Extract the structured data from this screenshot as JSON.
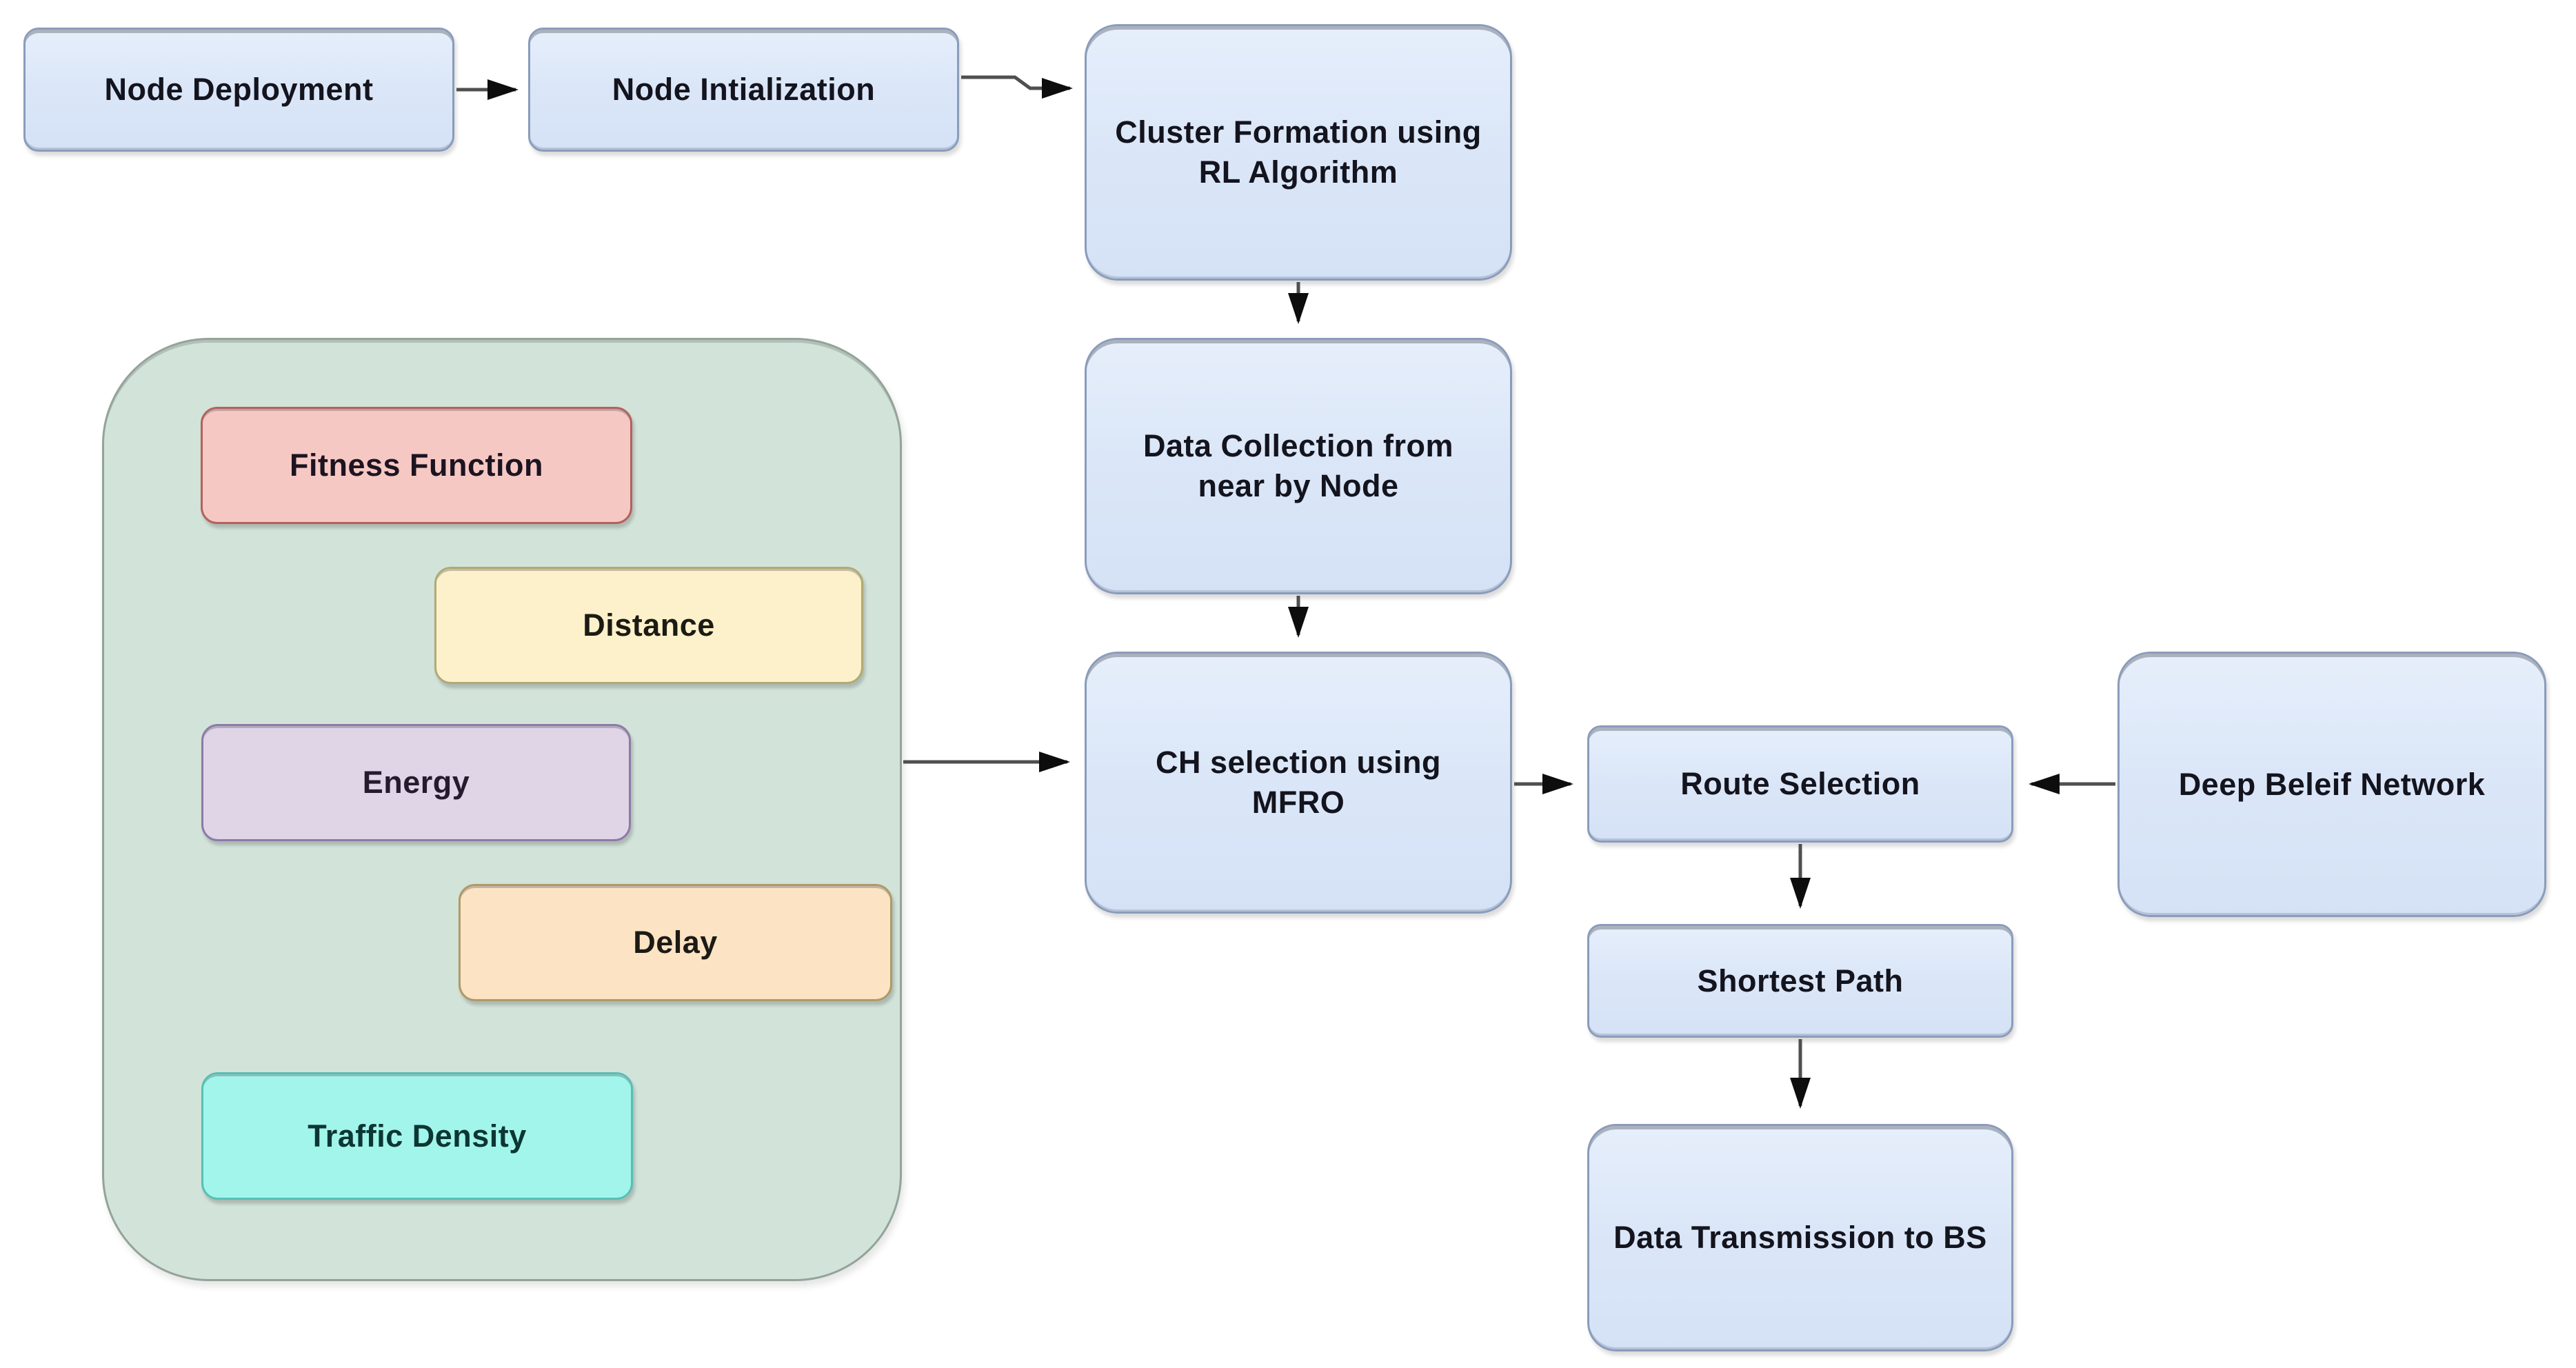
{
  "diagram": {
    "background": "#ffffff",
    "arrow_line_color": "#4f4f4f",
    "arrowhead_color": "#0d0d0d",
    "nodes": {
      "node_deployment": {
        "label": "Node Deployment",
        "fill": "#dbe7f8",
        "border": "#8a9cba",
        "text": "#14141e"
      },
      "node_initialization": {
        "label": "Node Intialization",
        "fill": "#dbe7f8",
        "border": "#8a9cba",
        "text": "#14141e"
      },
      "cluster_formation": {
        "label": "Cluster Formation using RL Algorithm",
        "fill": "#dde8f8",
        "border": "#8a9cba",
        "text": "#14141e"
      },
      "data_collection": {
        "label": "Data Collection from near by Node",
        "fill": "#dde8f8",
        "border": "#8a9cba",
        "text": "#14141e"
      },
      "ch_selection": {
        "label": "CH selection using MFRO",
        "fill": "#dde8f8",
        "border": "#8a9cba",
        "text": "#14141e"
      },
      "route_selection": {
        "label": "Route Selection",
        "fill": "#e1eaf8",
        "border": "#8a9cba",
        "text": "#14141e"
      },
      "deep_belief_network": {
        "label": "Deep Beleif Network",
        "fill": "#dde8f8",
        "border": "#8a9cba",
        "text": "#14141e"
      },
      "shortest_path": {
        "label": "Shortest Path",
        "fill": "#e1eaf8",
        "border": "#8a9cba",
        "text": "#14141e"
      },
      "data_transmission": {
        "label": "Data Transmission to BS",
        "fill": "#dde8f8",
        "border": "#8a9cba",
        "text": "#14141e"
      },
      "parameters_group": {
        "label": "",
        "fill": "#d2e3d9",
        "border": "#93a398",
        "text": "#14141e"
      },
      "fitness_function": {
        "label": "Fitness Function",
        "fill": "#f6c8c4",
        "border": "#b4615c",
        "text": "#1c1420"
      },
      "distance": {
        "label": "Distance",
        "fill": "#fcf1ca",
        "border": "#b0aa74",
        "text": "#1c1a14"
      },
      "energy": {
        "label": "Energy",
        "fill": "#e0d5e6",
        "border": "#8d7aa8",
        "text": "#241c2e"
      },
      "delay": {
        "label": "Delay",
        "fill": "#fce3c4",
        "border": "#ae9a68",
        "text": "#1c1a14"
      },
      "traffic_density": {
        "label": "Traffic Density",
        "fill": "#a2f5eb",
        "border": "#58bfb4",
        "text": "#0c3634"
      }
    },
    "edges": [
      {
        "from": "node_deployment",
        "to": "node_initialization"
      },
      {
        "from": "node_initialization",
        "to": "cluster_formation"
      },
      {
        "from": "cluster_formation",
        "to": "data_collection"
      },
      {
        "from": "data_collection",
        "to": "ch_selection"
      },
      {
        "from": "parameters_group",
        "to": "ch_selection"
      },
      {
        "from": "ch_selection",
        "to": "route_selection"
      },
      {
        "from": "deep_belief_network",
        "to": "route_selection"
      },
      {
        "from": "route_selection",
        "to": "shortest_path"
      },
      {
        "from": "shortest_path",
        "to": "data_transmission"
      }
    ]
  }
}
